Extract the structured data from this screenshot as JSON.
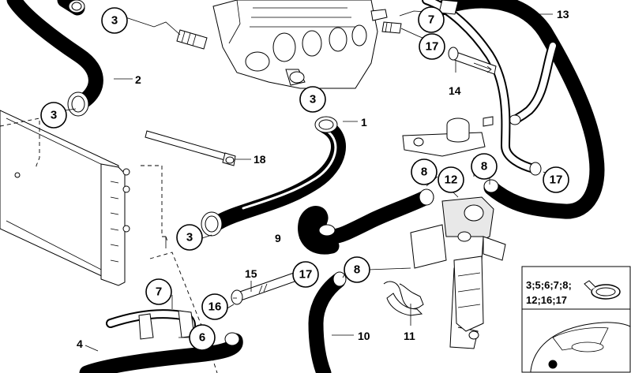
{
  "callouts": {
    "c3_top": "3",
    "c3_left": "3",
    "c3_mid": "3",
    "c3_bottom": "3",
    "c7_top": "7",
    "c7_bottom": "7",
    "c17_a": "17",
    "c17_b": "17",
    "c17_c": "17",
    "c8_a": "8",
    "c8_b": "8",
    "c8_c": "8",
    "c12": "12",
    "c16": "16",
    "c6": "6"
  },
  "labels": {
    "l1": "1",
    "l2": "2",
    "l4": "4",
    "l9": "9",
    "l10": "10",
    "l11": "11",
    "l13": "13",
    "l14": "14",
    "l15": "15",
    "l18": "18"
  },
  "legend": {
    "line1": "3;5;6;7;8;",
    "line2": "12;16;17"
  }
}
